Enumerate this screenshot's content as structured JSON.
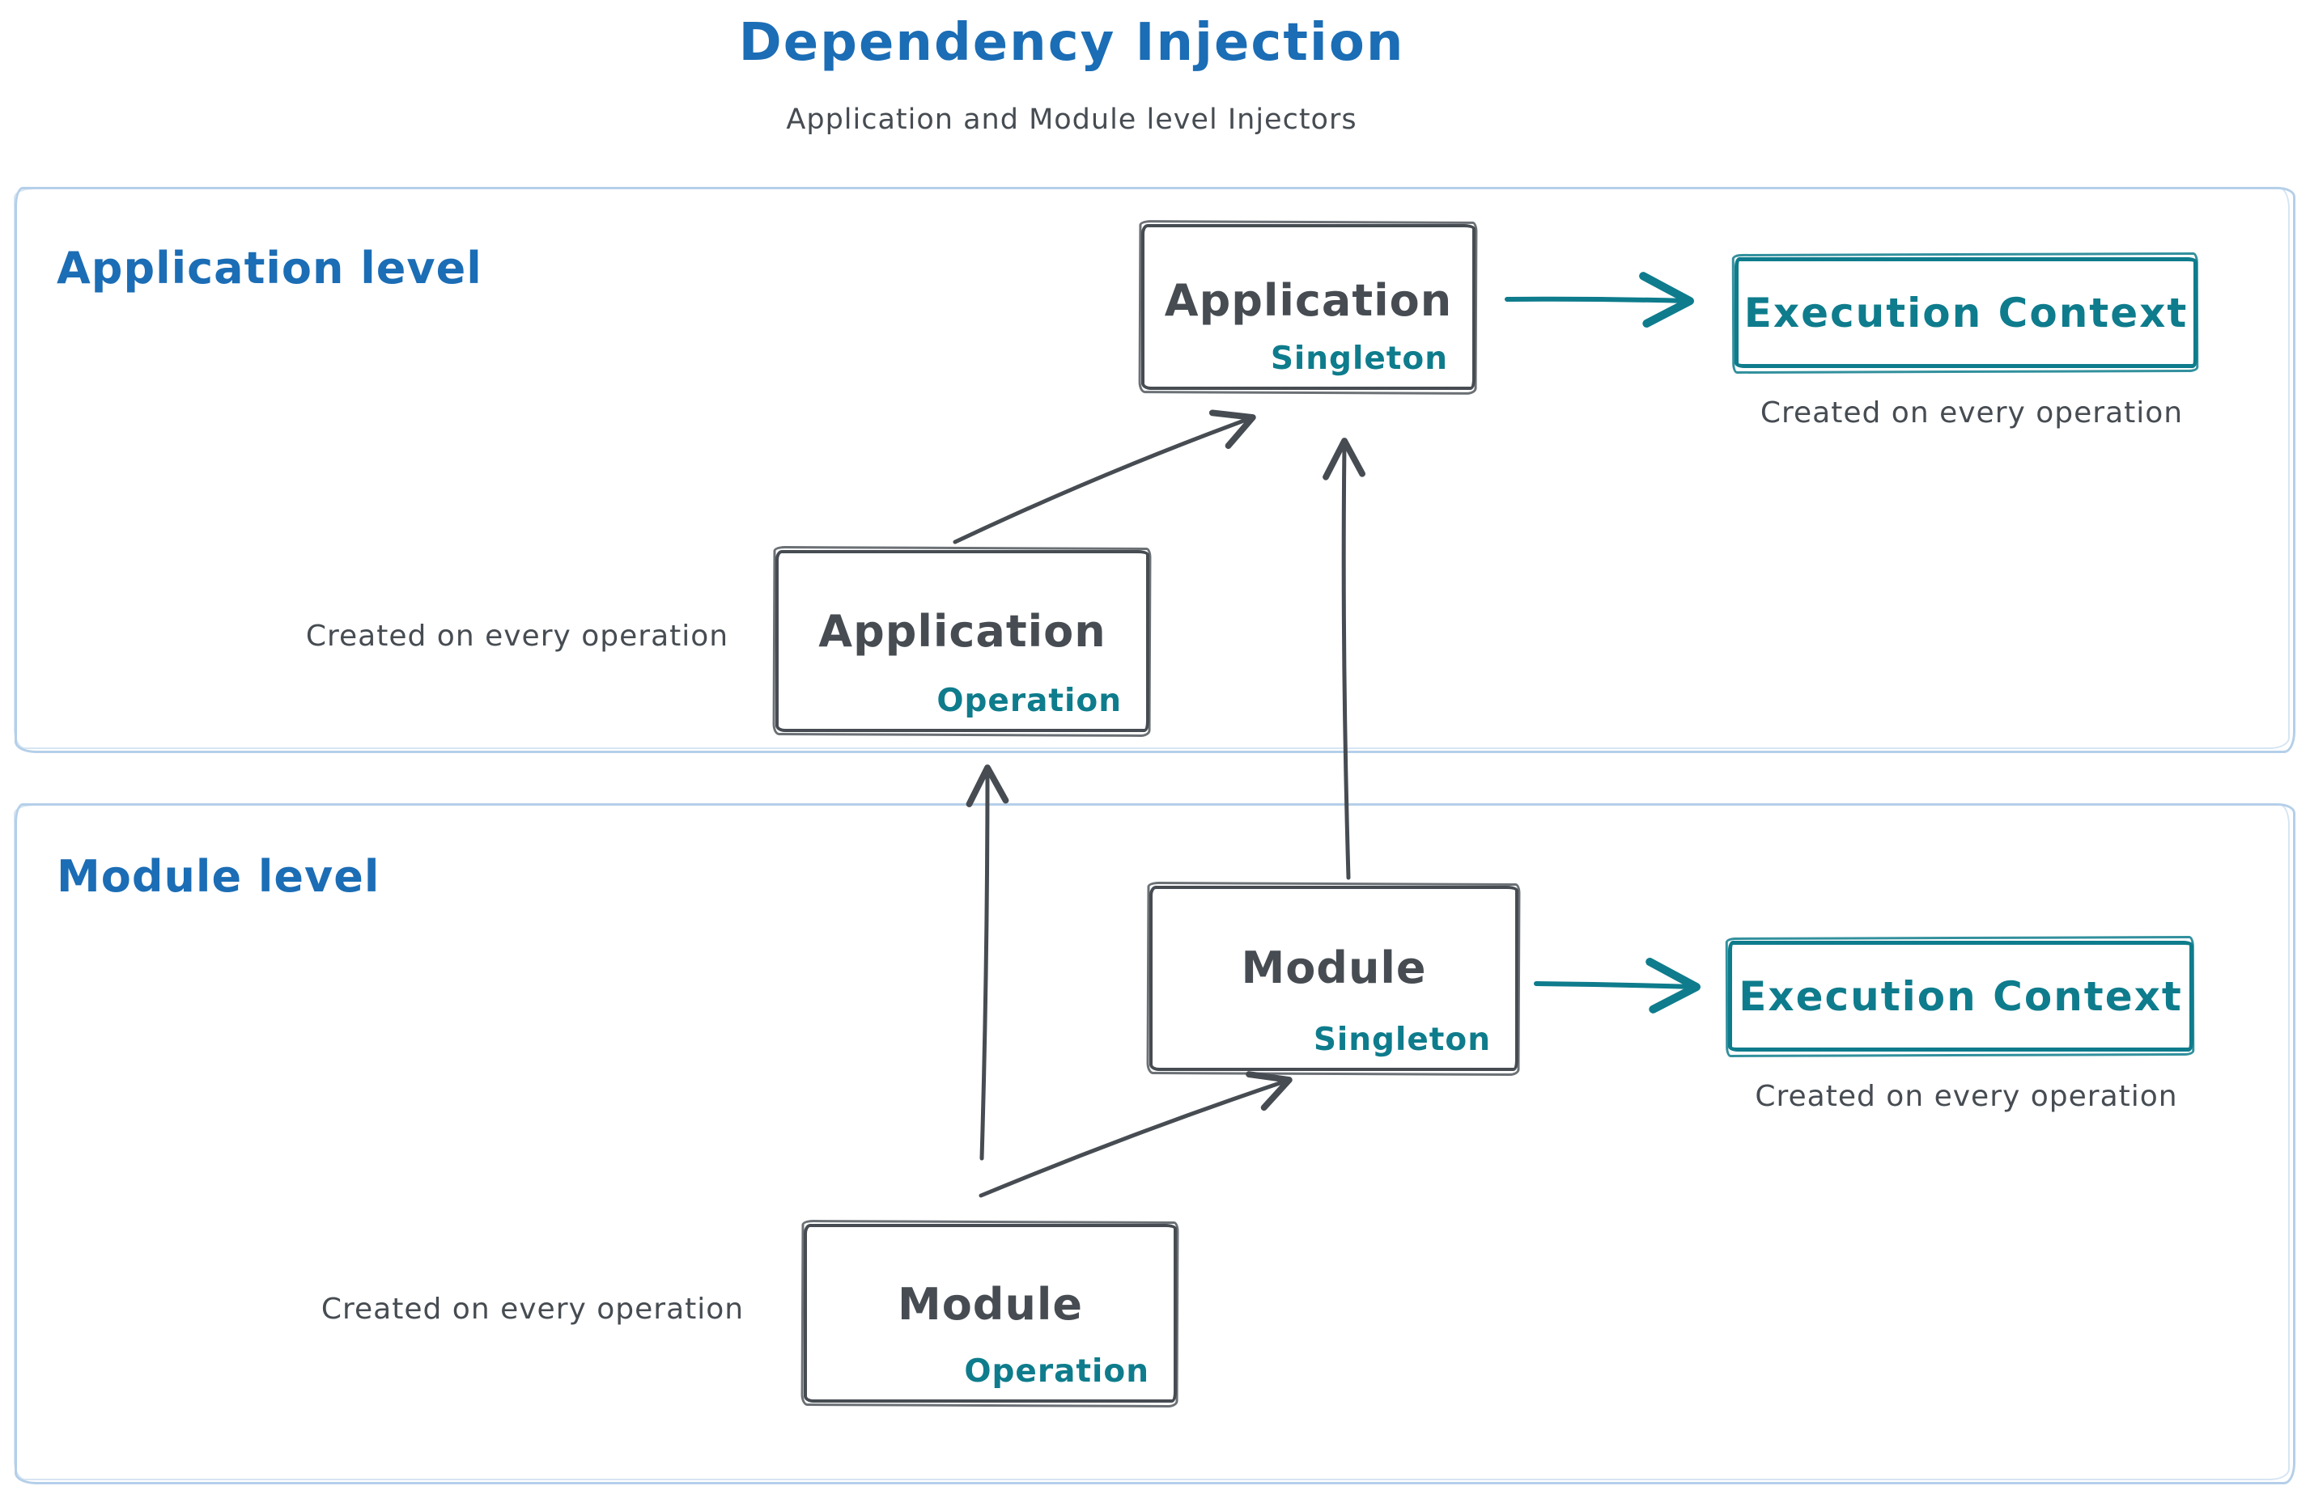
{
  "title": "Dependency Injection",
  "subtitle": "Application and Module level Injectors",
  "colors": {
    "blue": "#1b6db5",
    "dark": "#464c52",
    "teal": "#0e7c8c",
    "container_border": "#b5cfe9",
    "bg": "#ffffff"
  },
  "sections": {
    "application": {
      "label": "Application level"
    },
    "module": {
      "label": "Module level"
    }
  },
  "nodes": {
    "app_singleton": {
      "title": "Application",
      "subtitle": "Singleton"
    },
    "app_operation": {
      "title": "Application",
      "subtitle": "Operation"
    },
    "module_singleton": {
      "title": "Module",
      "subtitle": "Singleton"
    },
    "module_operation": {
      "title": "Module",
      "subtitle": "Operation"
    }
  },
  "execution_contexts": {
    "application": {
      "title": "Execution Context",
      "caption": "Created on every operation"
    },
    "module": {
      "title": "Execution Context",
      "caption": "Created on every operation"
    }
  },
  "captions": {
    "app_operation": "Created on every operation",
    "module_operation": "Created on every operation"
  }
}
